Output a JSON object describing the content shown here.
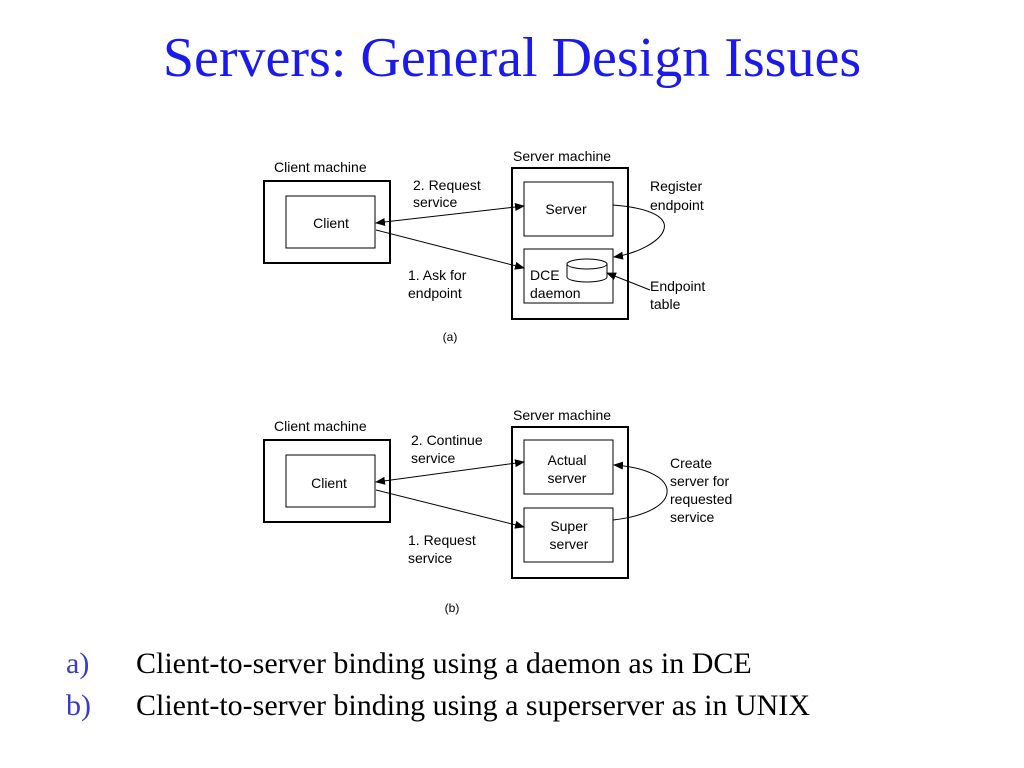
{
  "title": "Servers: General Design Issues",
  "diagram_a": {
    "client_machine_label": "Client machine",
    "server_machine_label": "Server machine",
    "client_label": "Client",
    "server_label": "Server",
    "daemon_label_line1": "DCE",
    "daemon_label_line2": "daemon",
    "request_label_line1": "2. Request",
    "request_label_line2": "service",
    "ask_label_line1": "1. Ask for",
    "ask_label_line2": "endpoint",
    "register_label_line1": "Register",
    "register_label_line2": "endpoint",
    "endpoint_table_line1": "Endpoint",
    "endpoint_table_line2": "table",
    "caption": "(a)"
  },
  "diagram_b": {
    "client_machine_label": "Client machine",
    "server_machine_label": "Server machine",
    "client_label": "Client",
    "actual_server_line1": "Actual",
    "actual_server_line2": "server",
    "super_server_line1": "Super",
    "super_server_line2": "server",
    "continue_label_line1": "2. Continue",
    "continue_label_line2": "service",
    "request_label_line1": "1. Request",
    "request_label_line2": "service",
    "create_label_line1": "Create",
    "create_label_line2": "server for",
    "create_label_line3": "requested",
    "create_label_line4": "service",
    "caption": "(b)"
  },
  "bullets": [
    {
      "marker": "a)",
      "text": "Client-to-server binding using a daemon as in DCE"
    },
    {
      "marker": "b)",
      "text": "Client-to-server binding using a superserver as in UNIX"
    }
  ]
}
